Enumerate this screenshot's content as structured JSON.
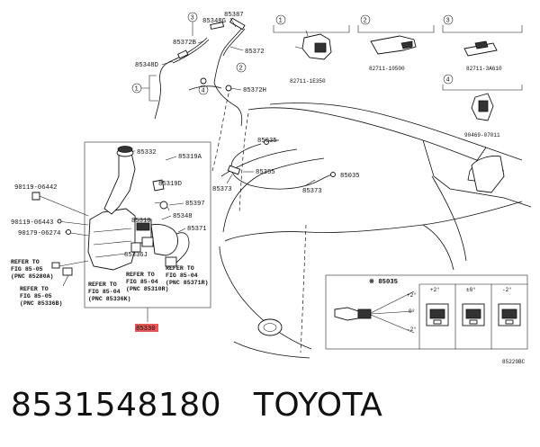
{
  "callout_numbers": [
    "1",
    "2",
    "3",
    "4"
  ],
  "top_boxes": [
    {
      "num": "1",
      "part": "82711-1E350"
    },
    {
      "num": "2",
      "part": "82711-10500"
    },
    {
      "num": "3",
      "part": "82711-3A610"
    },
    {
      "num": "4",
      "part": "90469-07011"
    }
  ],
  "labels": {
    "p85387": "85387",
    "p85348G": "85348G",
    "p85372B": "85372B",
    "p85372": "85372",
    "p85348D": "85348D",
    "p85372H": "85372H",
    "p85035a": "85035",
    "p85355": "85355",
    "p85035b": "85035",
    "p85373a": "85373",
    "p85373b": "85373",
    "p85332": "85332",
    "p85319A": "85319A",
    "p85319D": "85319D",
    "p85397": "85397",
    "p85310": "85310",
    "p85348": "85348",
    "p85371": "85371",
    "p85336J": "85336J",
    "p85330": "85330",
    "b90119_06442": "90119-06442",
    "b90119_06443": "90119-06443",
    "b90179_06274": "90179-06274"
  },
  "references": [
    {
      "line1": "REFER TO",
      "line2": "FIG 85-05",
      "line3": "(PNC 85280A)"
    },
    {
      "line1": "REFER TO",
      "line2": "FIG 85-05",
      "line3": "(PNC 85336B)"
    },
    {
      "line1": "REFER TO",
      "line2": "FIG 85-04",
      "line3": "(PNC 85310R)"
    },
    {
      "line1": "REFER TO",
      "line2": "FIG 85-04",
      "line3": "(PNC 85336K)"
    },
    {
      "line1": "REFER TO",
      "line2": "FIG 85-04",
      "line3": "(PNC 85371R)"
    }
  ],
  "nozzle_panel": {
    "title": "※ 85035",
    "angles": [
      "+2°",
      "±0°",
      "-2°"
    ],
    "side_angles": [
      "+2°",
      "0°",
      "-2°"
    ]
  },
  "figure_code": "85229BC",
  "caption": {
    "part_number": "8531548180",
    "brand": "TOYOTA"
  }
}
